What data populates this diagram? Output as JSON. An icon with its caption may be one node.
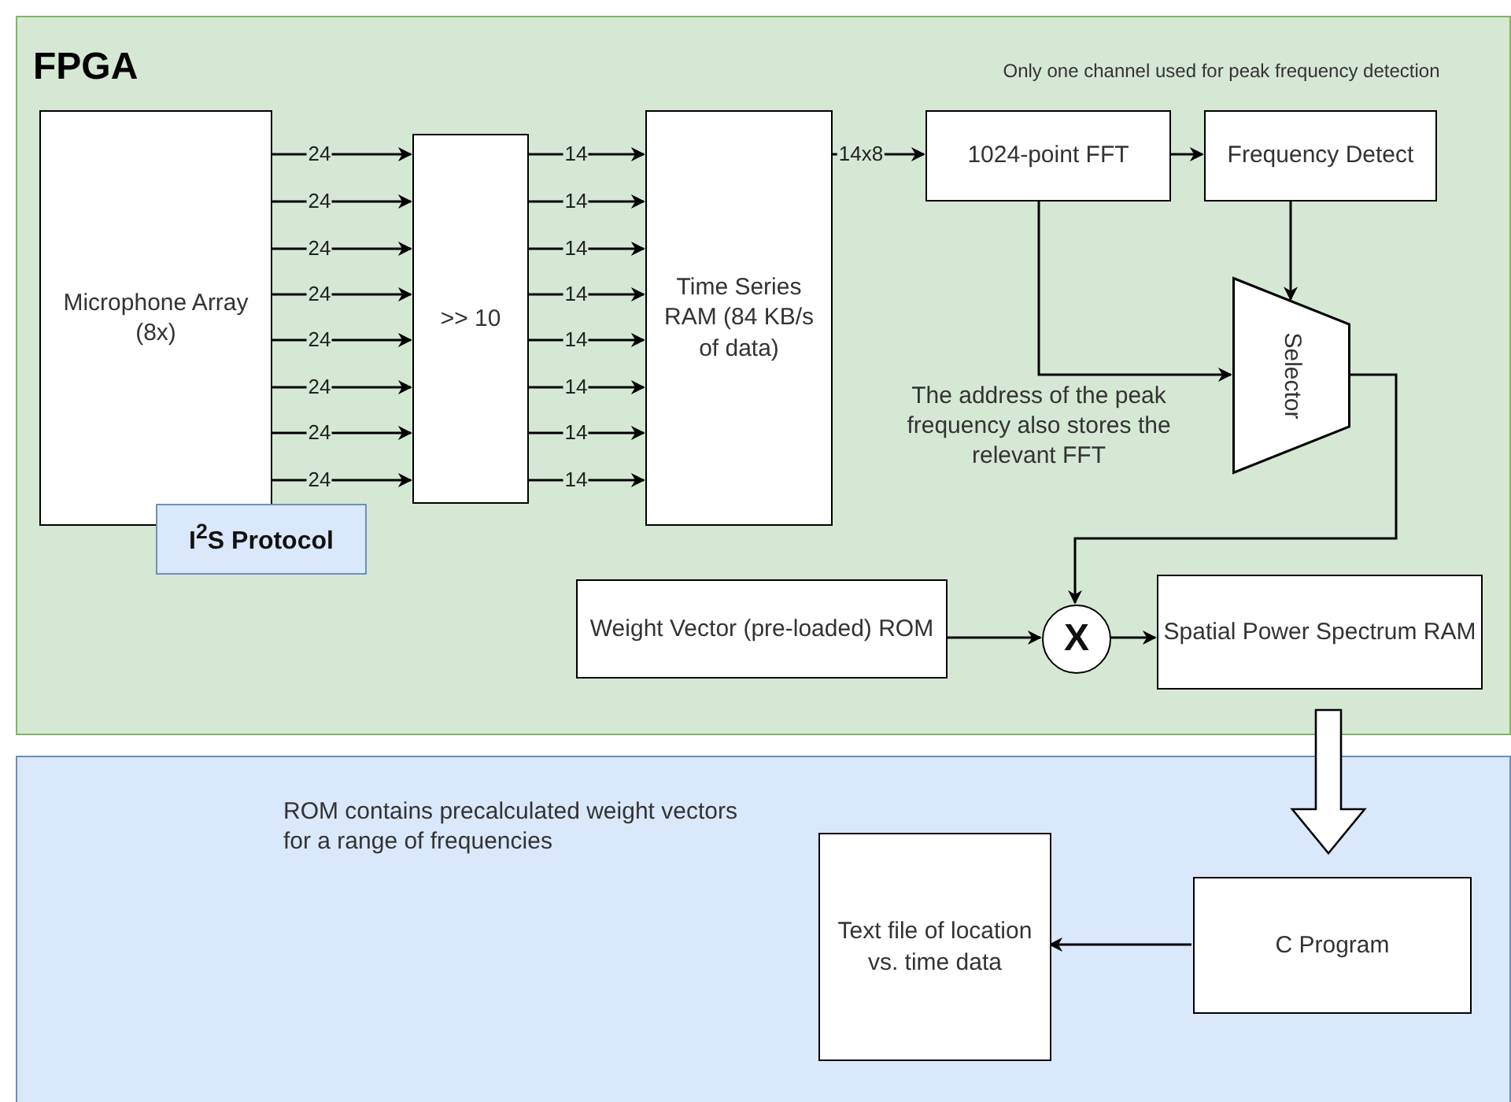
{
  "diagram": {
    "nodes": [
      {
        "text": [
          "FPGA"
        ]
      },
      {
        "text": [
          "Microphone Array (8x)"
        ],
        "in": 0
      },
      {
        "text": [
          "I$^{2}$S Protocol"
        ],
        "in": 0
      },
      {
        "text": [
          ">> 10"
        ],
        "in": 0
      },
      {
        "text": [
          "Time Series RAM (84 KB/s of data)"
        ],
        "in": 0
      },
      {
        "text": [
          "1024-point FFT"
        ],
        "in": 0
      },
      {
        "text": [
          "Frequency Detect"
        ],
        "in": 0
      },
      {
        "text": [
          "Selector"
        ],
        "in": 0
      },
      {
        "text": [
          "Weight Vector (pre-loaded) ROM"
        ],
        "in": 0
      },
      {
        "text": [
          "X"
        ],
        "in": 0
      },
      {
        "text": [
          "Spatial Power Spectrum RAM"
        ],
        "in": 0
      },
      {
        "text": [],
        "shape": "box"
      },
      {
        "text": [
          "Text file of location vs. time data"
        ],
        "in": 11
      },
      {
        "text": [
          "C Program"
        ],
        "in": 11
      }
    ],
    "edges": [
      {
        "from": 1,
        "to": 3,
        "arrow": "to",
        "label": "24"
      },
      {
        "from": 1,
        "to": 3,
        "arrow": "to",
        "label": "24"
      },
      {
        "from": 1,
        "to": 3,
        "arrow": "to",
        "label": "24"
      },
      {
        "from": 1,
        "to": 3,
        "arrow": "to",
        "label": "24"
      },
      {
        "from": 1,
        "to": 3,
        "arrow": "to",
        "label": "24"
      },
      {
        "from": 1,
        "to": 3,
        "arrow": "to",
        "label": "24"
      },
      {
        "from": 1,
        "to": 3,
        "arrow": "to",
        "label": "24"
      },
      {
        "from": 1,
        "to": 3,
        "arrow": "to",
        "label": "24"
      },
      {
        "from": 3,
        "to": 4,
        "arrow": "to",
        "label": "14"
      },
      {
        "from": 3,
        "to": 4,
        "arrow": "to",
        "label": "14"
      },
      {
        "from": 3,
        "to": 4,
        "arrow": "to",
        "label": "14"
      },
      {
        "from": 3,
        "to": 4,
        "arrow": "to",
        "label": "14"
      },
      {
        "from": 3,
        "to": 4,
        "arrow": "to",
        "label": "14"
      },
      {
        "from": 3,
        "to": 4,
        "arrow": "to",
        "label": "14"
      },
      {
        "from": 3,
        "to": 4,
        "arrow": "to",
        "label": "14"
      },
      {
        "from": 3,
        "to": 4,
        "arrow": "to",
        "label": "14"
      },
      {
        "from": 4,
        "to": 5,
        "arrow": "to",
        "label": "14x8"
      },
      {
        "from": 5,
        "to": 6,
        "arrow": "to"
      },
      {
        "from": 6,
        "to": 7,
        "arrow": "to"
      },
      {
        "from": 5,
        "to": 7,
        "arrow": "to"
      },
      {
        "from": 7,
        "to": 9,
        "arrow": "to"
      },
      {
        "from": 8,
        "to": 9,
        "arrow": "to"
      },
      {
        "from": 9,
        "to": 10,
        "arrow": "to"
      },
      {
        "from": 10,
        "to": 13,
        "arrow": "to",
        "style": "thick"
      },
      {
        "from": 13,
        "to": 12,
        "arrow": "to"
      }
    ],
    "labels": [
      "Only one channel used for peak frequency detection",
      "The address of the peak frequency also stores the relevant FFT",
      "ROM contains precalculated weight vectors for a range of frequencies"
    ]
  }
}
